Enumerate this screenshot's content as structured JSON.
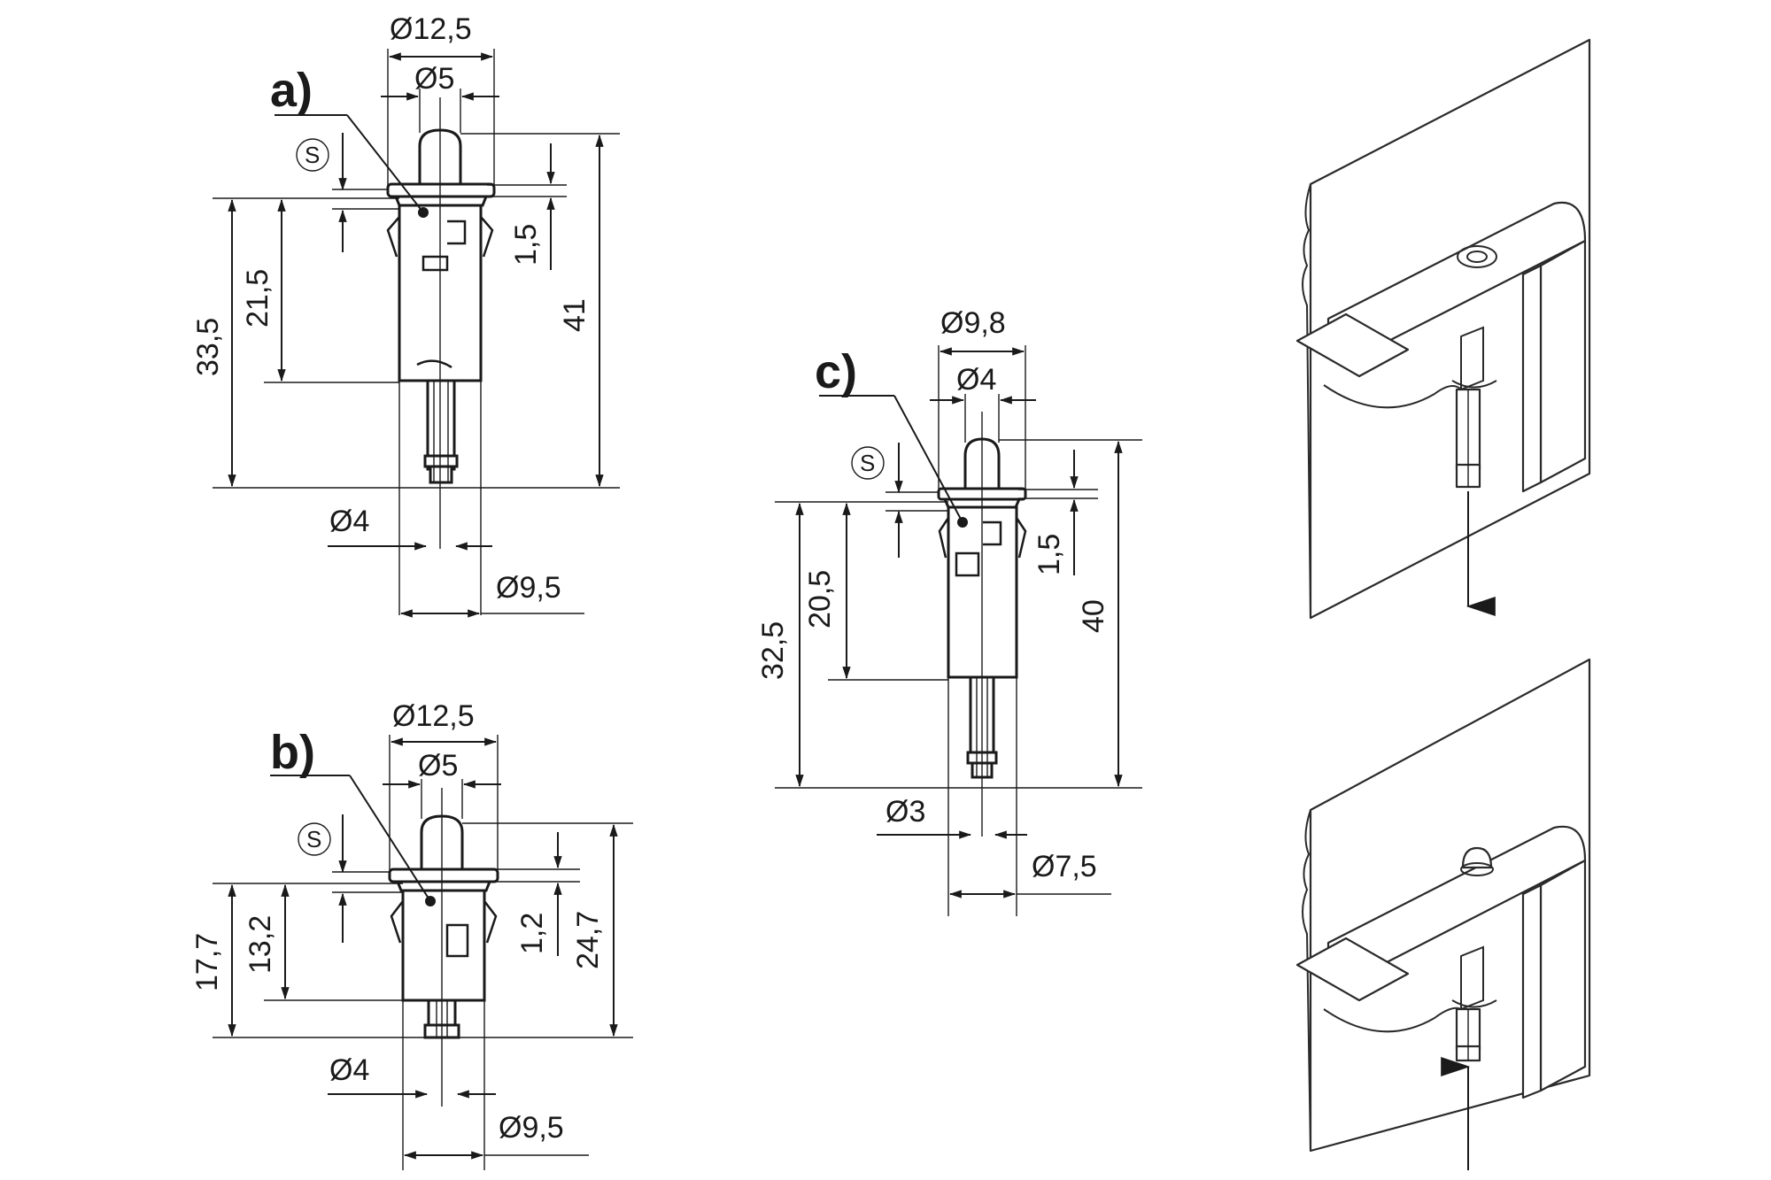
{
  "views": {
    "a": {
      "label": "a)",
      "mark": "S",
      "dims": {
        "top_outer": "Ø12,5",
        "top_inner": "Ø5",
        "left_outer": "33,5",
        "left_inner": "21,5",
        "right_small": "1,5",
        "right_total": "41",
        "bottom_small": "Ø4",
        "bottom_large": "Ø9,5"
      }
    },
    "b": {
      "label": "b)",
      "mark": "S",
      "dims": {
        "top_outer": "Ø12,5",
        "top_inner": "Ø5",
        "left_outer": "17,7",
        "left_inner": "13,2",
        "right_small": "1,2",
        "right_total": "24,7",
        "bottom_small": "Ø4",
        "bottom_large": "Ø9,5"
      }
    },
    "c": {
      "label": "c)",
      "mark": "S",
      "dims": {
        "top_outer": "Ø9,8",
        "top_inner": "Ø4",
        "left_outer": "32,5",
        "left_inner": "20,5",
        "right_small": "1,5",
        "right_total": "40",
        "bottom_small": "Ø3",
        "bottom_large": "Ø7,5"
      }
    }
  },
  "installation": {
    "top_arrow": "down-arrow-icon",
    "bottom_arrow": "up-arrow-icon"
  }
}
